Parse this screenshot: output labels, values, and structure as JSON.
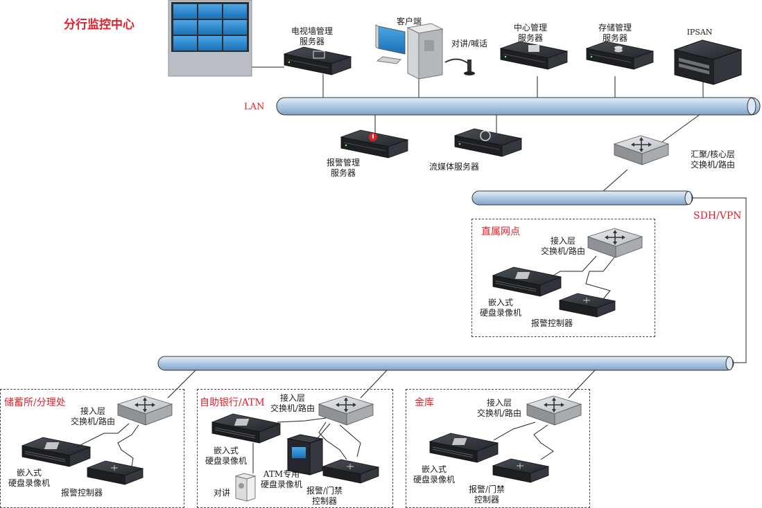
{
  "title": "分行监控中心",
  "networks": {
    "lan": "LAN",
    "sdh": "SDH/VPN"
  },
  "center": {
    "tv_wall_server": [
      "电视墙管理",
      "服务器"
    ],
    "client": "客户端",
    "intercom": "对讲/喊话",
    "center_server": [
      "中心管理",
      "服务器"
    ],
    "storage_server": [
      "存储管理",
      "服务器"
    ],
    "ipsan": "IPSAN",
    "alarm_server": [
      "报警管理",
      "服务器"
    ],
    "stream_server": "流媒体服务器",
    "core_switch": [
      "汇聚/核心层",
      "交换机/路由"
    ]
  },
  "direct": {
    "title": "直属网点",
    "switch": [
      "接入层",
      "交换机/路由"
    ],
    "dvr": [
      "嵌入式",
      "硬盘录像机"
    ],
    "alarm": "报警控制器"
  },
  "savings": {
    "title": "储蓄所/分理处",
    "switch": [
      "接入层",
      "交换机/路由"
    ],
    "dvr": [
      "嵌入式",
      "硬盘录像机"
    ],
    "alarm": "报警控制器"
  },
  "atm": {
    "title": "自助银行/ATM",
    "switch": [
      "接入层",
      "交换机/路由"
    ],
    "dvr": [
      "嵌入式",
      "硬盘录像机"
    ],
    "atm_dvr": [
      "ATM专用",
      "硬盘录像机"
    ],
    "alarm": [
      "报警/门禁",
      "控制器"
    ],
    "intercom": "对讲"
  },
  "vault": {
    "title": "金库",
    "switch": [
      "接入层",
      "交换机/路由"
    ],
    "dvr": [
      "嵌入式",
      "硬盘录像机"
    ],
    "alarm": [
      "报警/门禁",
      "控制器"
    ]
  },
  "colors": {
    "title_red": "#e0202a",
    "pipe_blue": "#b7cfe6",
    "device_dark": "#2b2e33",
    "switch_grey": "#c9ccd0"
  }
}
